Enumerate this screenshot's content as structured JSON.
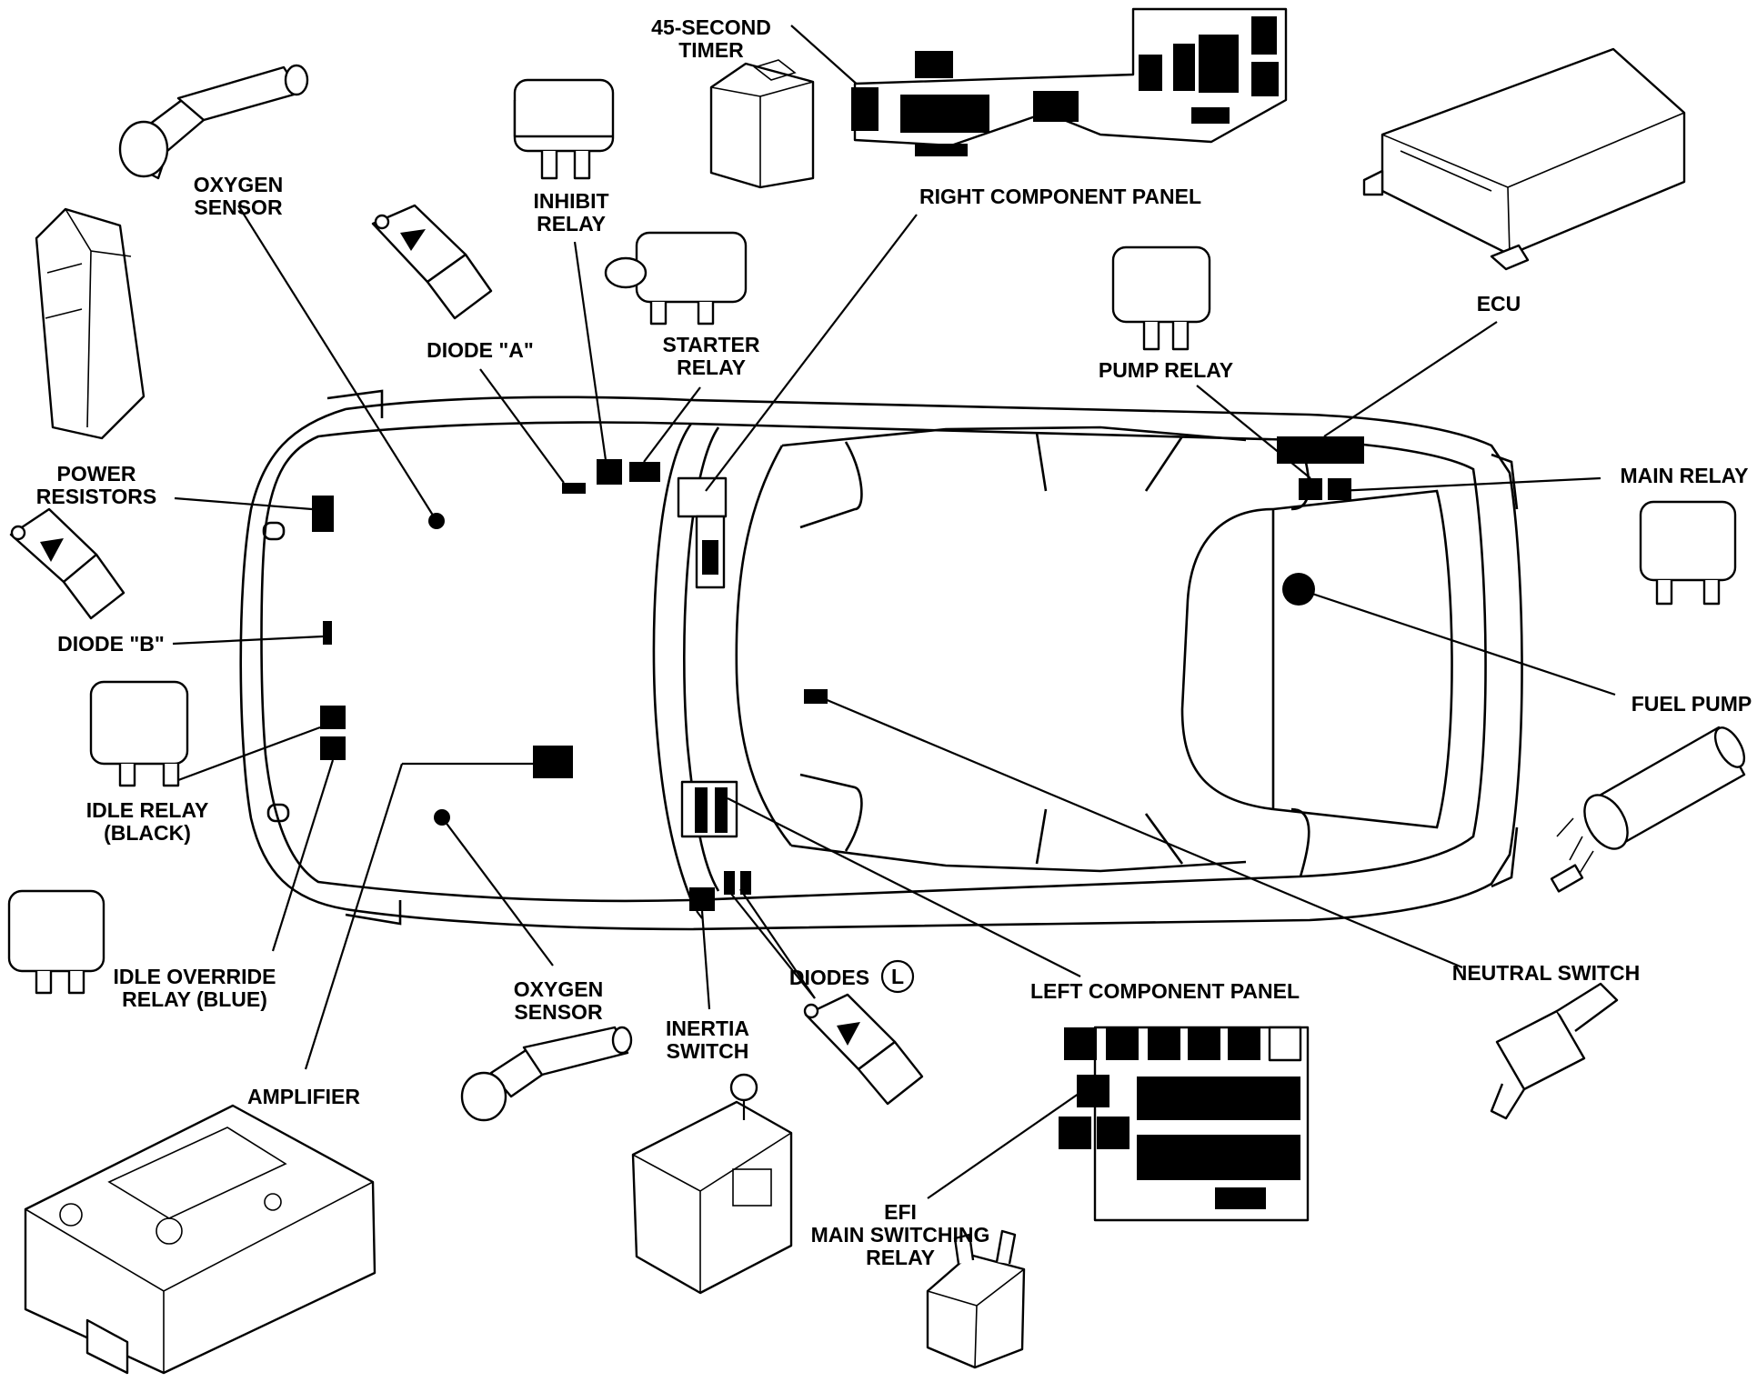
{
  "labels": {
    "timer": [
      "45-SECOND",
      "TIMER"
    ],
    "oxygen_sensor_top": [
      "OXYGEN",
      "SENSOR"
    ],
    "inhibit_relay": [
      "INHIBIT",
      "RELAY"
    ],
    "right_component_panel": "RIGHT COMPONENT PANEL",
    "ecu": "ECU",
    "diode_a": "DIODE \"A\"",
    "starter_relay": [
      "STARTER",
      "RELAY"
    ],
    "pump_relay": "PUMP RELAY",
    "main_relay": "MAIN RELAY",
    "power_resistors": [
      "POWER",
      "RESISTORS"
    ],
    "diode_b": "DIODE \"B\"",
    "fuel_pump": "FUEL PUMP",
    "idle_relay": [
      "IDLE RELAY",
      "(BLACK)"
    ],
    "idle_override_relay": [
      "IDLE OVERRIDE",
      "RELAY (BLUE)"
    ],
    "oxygen_sensor_bottom": [
      "OXYGEN",
      "SENSOR"
    ],
    "diodes": "DIODES",
    "diodes_badge": "L",
    "left_component_panel": "LEFT COMPONENT PANEL",
    "neutral_switch": "NEUTRAL SWITCH",
    "inertia_switch": [
      "INERTIA",
      "SWITCH"
    ],
    "amplifier": "AMPLIFIER",
    "efi_main_switching_relay": [
      "EFI",
      "MAIN SWITCHING",
      "RELAY"
    ]
  }
}
